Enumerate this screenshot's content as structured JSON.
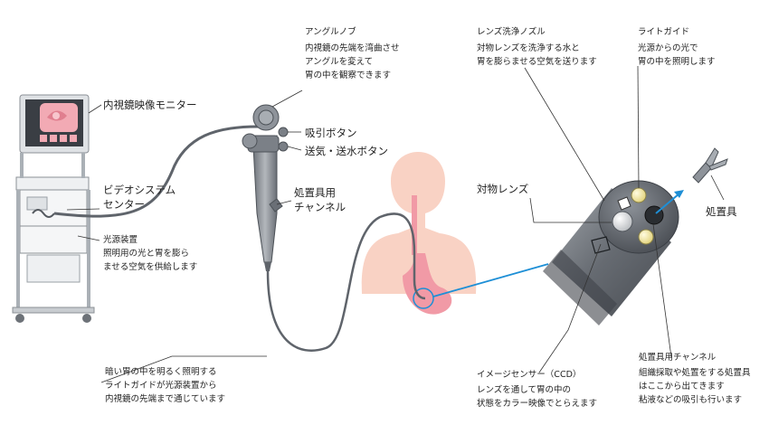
{
  "labels": {
    "monitor": {
      "title": "内視鏡映像モニター"
    },
    "video_center": {
      "title": "ビデオシステム",
      "title2": "センター"
    },
    "light_source": {
      "title": "光源装置",
      "desc1": "照明用の光と胃を膨ら",
      "desc2": "ませる空気を供給します"
    },
    "angle_knob": {
      "title": "アングルノブ",
      "desc1": "内視鏡の先端を湾曲させ",
      "desc2": "アングルを変えて",
      "desc3": "胃の中を観察できます"
    },
    "suction_button": {
      "title": "吸引ボタン"
    },
    "air_water_button": {
      "title": "送気・送水ボタン"
    },
    "instrument_channel": {
      "title": "処置具用",
      "title2": "チャンネル"
    },
    "light_guide_note": {
      "desc1": "暗い胃の中を明るく照明する",
      "desc2": "ライトガイドが光源装置から",
      "desc3": "内視鏡の先端まで通じています"
    },
    "lens_nozzle": {
      "title": "レンズ洗浄ノズル",
      "desc1": "対物レンズを洗浄する水と",
      "desc2": "胃を膨らませる空気を送ります"
    },
    "light_guide": {
      "title": "ライトガイド",
      "desc1": "光源からの光で",
      "desc2": "胃の中を照明します"
    },
    "objective_lens": {
      "title": "対物レンズ"
    },
    "forceps": {
      "title": "処置具"
    },
    "image_sensor": {
      "title": "イメージセンサー（CCD）",
      "desc1": "レンズを通して胃の中の",
      "desc2": "状態をカラー映像でとらえます"
    },
    "channel_detail": {
      "title": "処置具用チャンネル",
      "desc1": "組織採取や処置をする処置具",
      "desc2": "はここから出てきます",
      "desc3": "粘液などの吸引も行います"
    }
  },
  "colors": {
    "leader_line": "#333333",
    "callout_blue": "#1e8fd6",
    "body_skin": "#f9d2c4",
    "stomach": "#f19aa6",
    "scope_gray": "#8a8f96",
    "lens_yellow": "#f1e8a6"
  }
}
